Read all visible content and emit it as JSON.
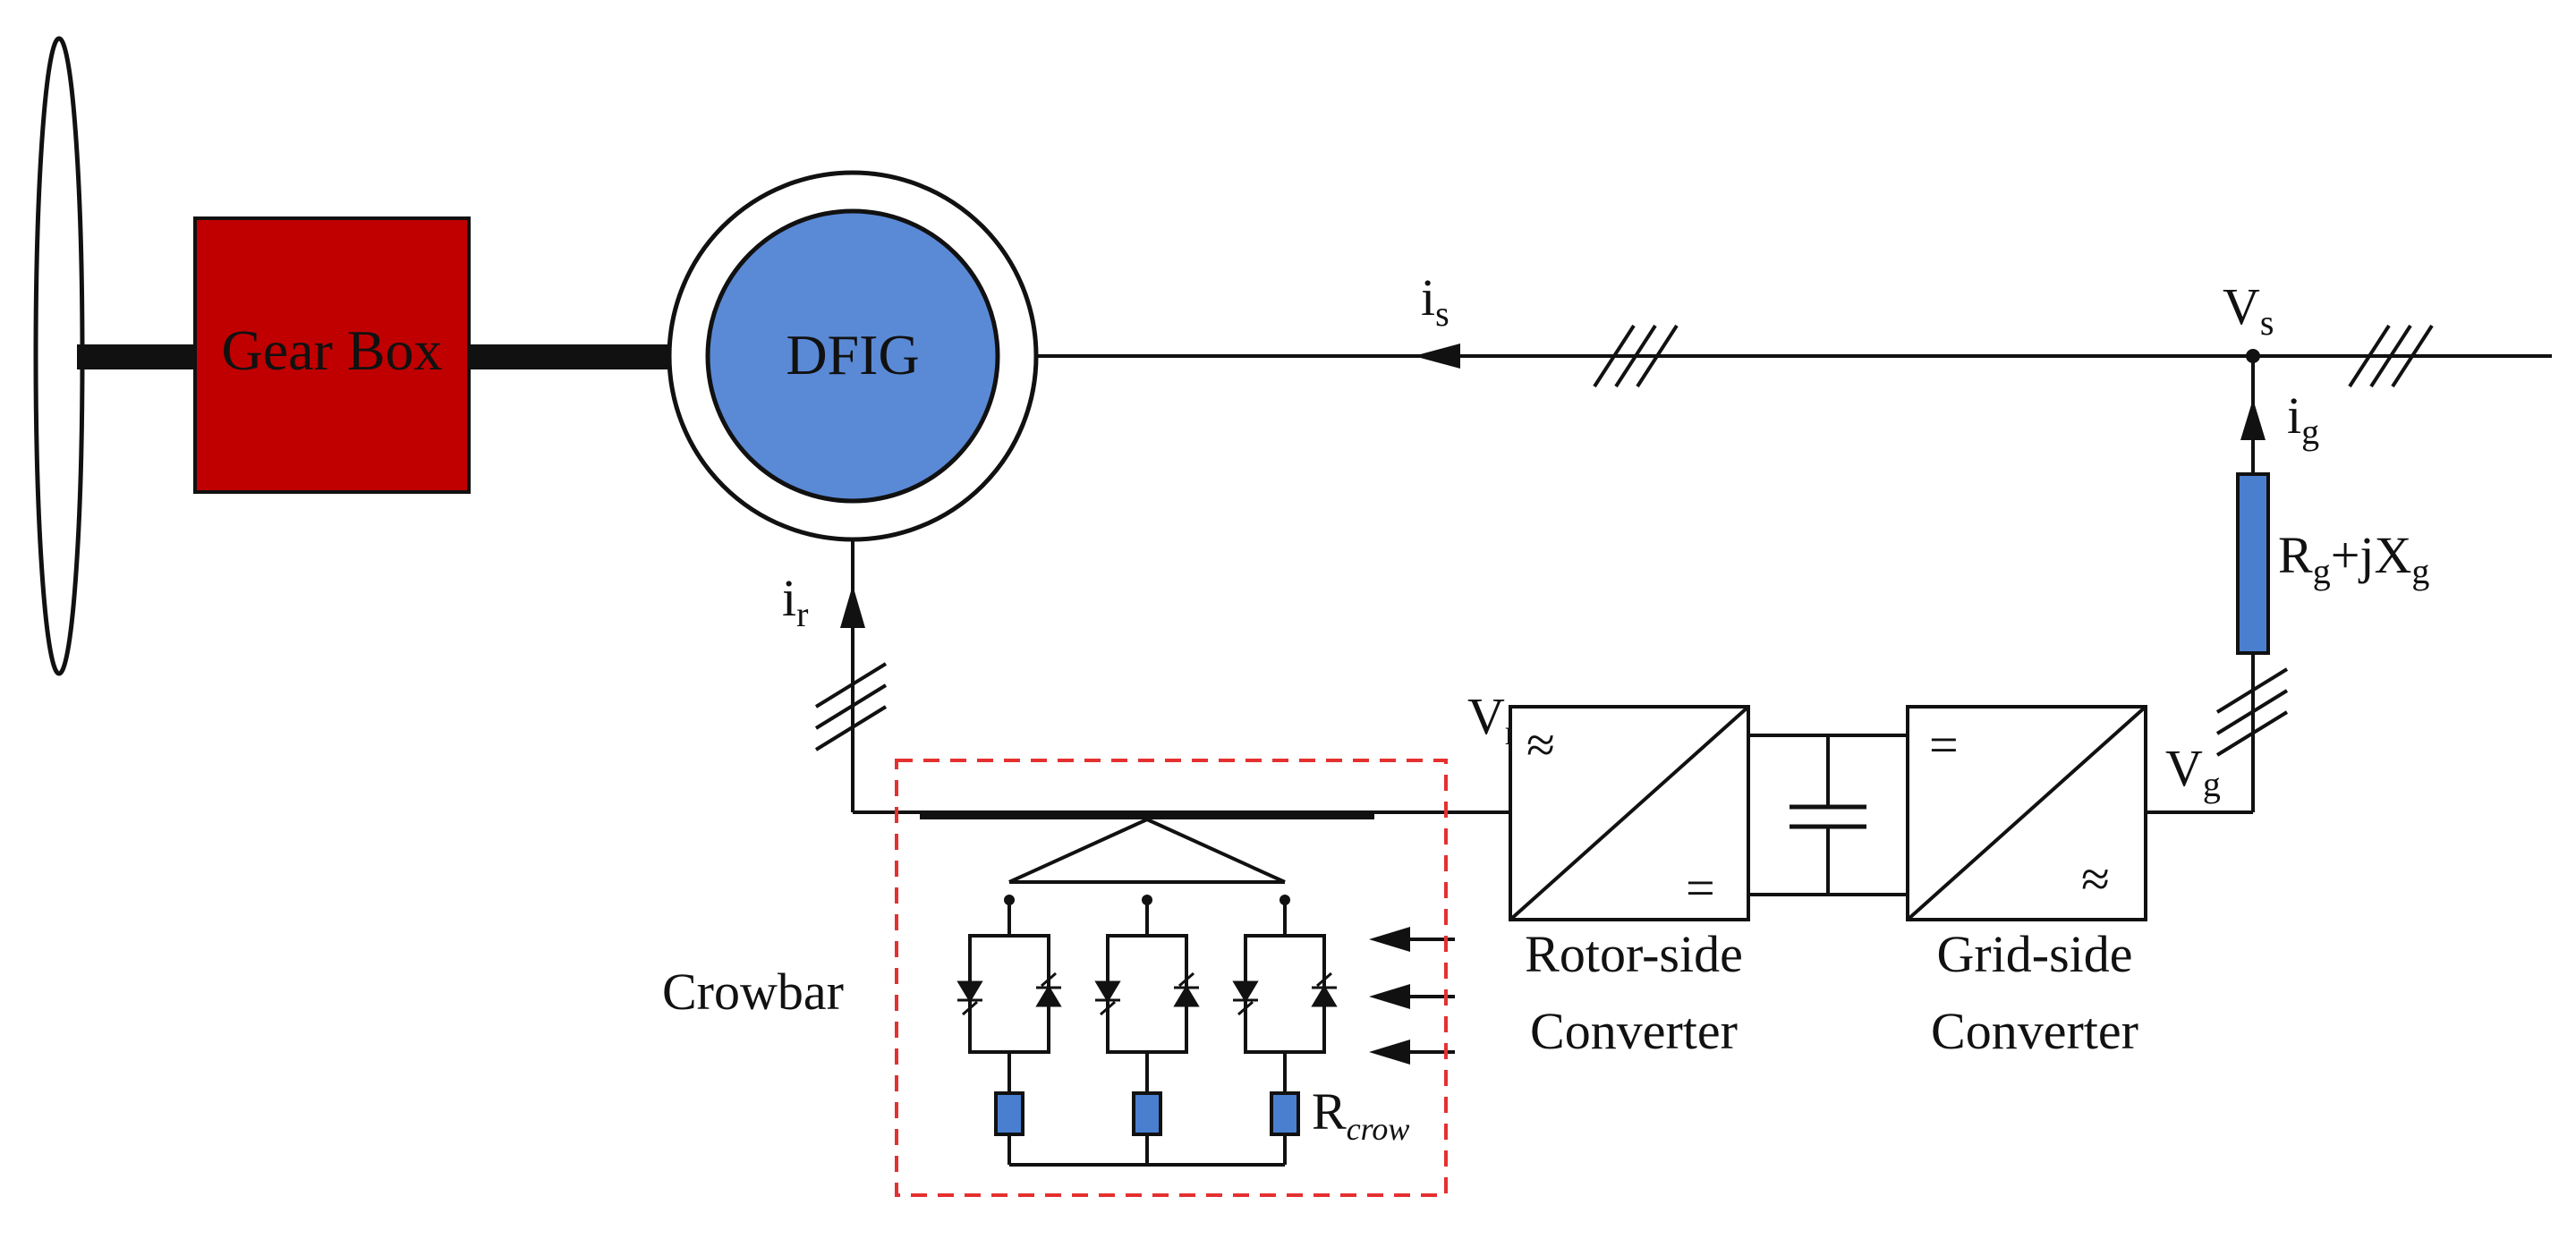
{
  "labels": {
    "gearbox": "Gear Box",
    "dfig": "DFIG",
    "crowbar": "Crowbar",
    "rsc_line1": "Rotor-side",
    "rsc_line2": "Converter",
    "gsc_line1": "Grid-side",
    "gsc_line2": "Converter"
  },
  "symbols": {
    "is_main": "i",
    "is_sub": "s",
    "vs_main": "V",
    "vs_sub": "s",
    "ig_main": "i",
    "ig_sub": "g",
    "ir_main": "i",
    "ir_sub": "r",
    "vr_main": "V",
    "vr_sub": "r",
    "vg_main": "V",
    "vg_sub": "g",
    "rg_a": "R",
    "rg_a_sub": "g",
    "rg_b": "+jX",
    "rg_b_sub": "g",
    "rcrow_main": "R",
    "rcrow_sub": "crow",
    "ac_glyph": "≈",
    "dc_glyph": "="
  },
  "colors": {
    "gearbox_fill": "#c00000",
    "dfig_fill": "#5a8ad6",
    "resistor_fill": "#4a7fd0",
    "crowbar_border": "#e53030",
    "line": "#111111"
  }
}
